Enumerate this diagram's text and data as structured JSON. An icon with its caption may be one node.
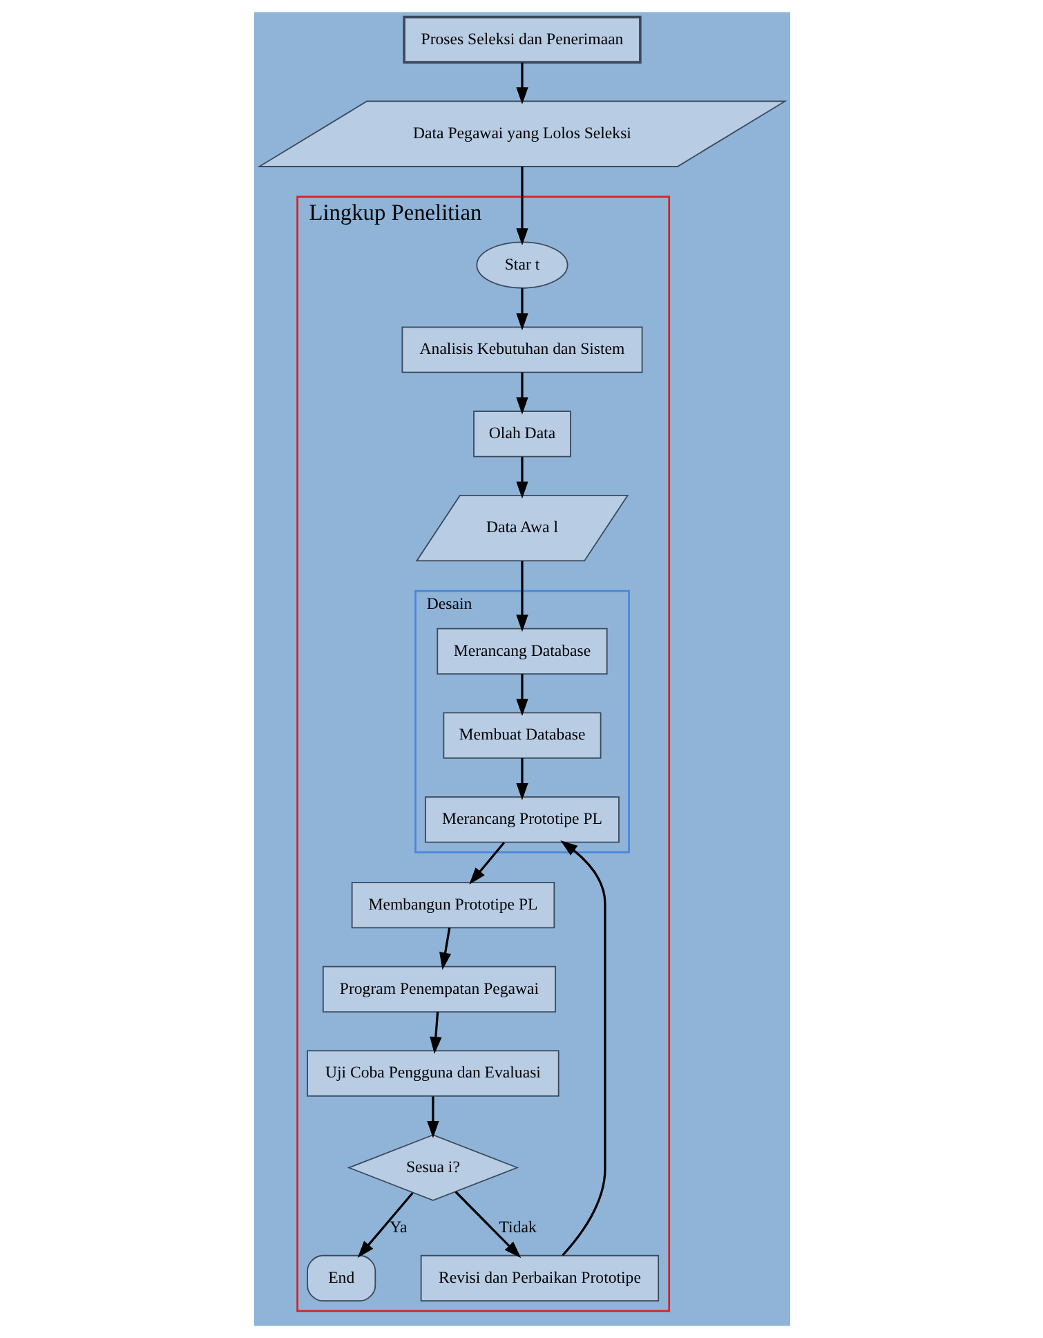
{
  "diagram": {
    "nodes": [
      {
        "text": [
          "Proses Seleksi dan Penerimaan"
        ]
      },
      {
        "text": [
          "Data Pegawai yang Lolos Seleksi"
        ]
      },
      {
        "text": [
          "Lingkup Penelitian"
        ]
      },
      {
        "text": [
          "Star t"
        ],
        "in": 2
      },
      {
        "text": [
          "Analisis Kebutuhan dan Sistem"
        ],
        "in": 2
      },
      {
        "text": [
          "Olah Data"
        ],
        "in": 2
      },
      {
        "text": [
          "Data Awa l"
        ],
        "in": 2
      },
      {
        "text": [
          "Desain"
        ],
        "in": 2
      },
      {
        "text": [
          "Merancang Database"
        ],
        "in": 7
      },
      {
        "text": [
          "Membuat Database"
        ],
        "in": 7
      },
      {
        "text": [
          "Merancang Prototipe PL"
        ],
        "in": 7
      },
      {
        "text": [
          "Revisi dan Perbaikan Prototipe"
        ],
        "in": 2
      },
      {
        "text": [
          "Membangun Prototipe PL"
        ],
        "in": 2
      },
      {
        "text": [
          "Program Penempatan Pegawai"
        ],
        "in": 2
      },
      {
        "text": [
          "Uji Coba Pengguna dan Evaluasi"
        ],
        "in": 2
      },
      {
        "text": [
          "Sesua i?"
        ],
        "in": 2
      },
      {
        "text": [
          "End"
        ],
        "in": 2
      }
    ],
    "edges": [
      {
        "from": 0,
        "to": 1,
        "arrow": "to"
      },
      {
        "from": 1,
        "to": 3,
        "arrow": "to"
      },
      {
        "from": 3,
        "to": 4,
        "arrow": "to"
      },
      {
        "from": 4,
        "to": 5,
        "arrow": "to"
      },
      {
        "from": 5,
        "to": 6,
        "arrow": "to"
      },
      {
        "from": 6,
        "to": 8,
        "arrow": "to"
      },
      {
        "from": 8,
        "to": 9,
        "arrow": "to"
      },
      {
        "from": 9,
        "to": 10,
        "arrow": "to"
      },
      {
        "from": 10,
        "to": 12,
        "arrow": "to"
      },
      {
        "from": 12,
        "to": 13,
        "arrow": "to"
      },
      {
        "from": 13,
        "to": 14,
        "arrow": "to"
      },
      {
        "from": 14,
        "to": 15,
        "arrow": "to"
      },
      {
        "from": 15,
        "to": 11,
        "arrow": "to",
        "label": "Tidak"
      },
      {
        "from": 11,
        "to": 10,
        "arrow": "to"
      },
      {
        "from": 15,
        "to": 16,
        "arrow": "to",
        "label": "Ya"
      }
    ]
  }
}
